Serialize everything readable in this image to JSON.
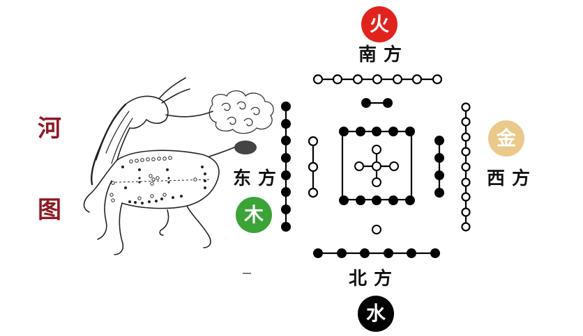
{
  "title": {
    "chars": [
      "河",
      "图"
    ],
    "color": "#8e1b24"
  },
  "directions": {
    "south": {
      "label": "南方",
      "element": "火",
      "color": "#e0241d",
      "text_color": "#ffffff"
    },
    "east": {
      "label": "东方",
      "element": "木",
      "color": "#3aa436",
      "text_color": "#ffffff"
    },
    "west": {
      "label": "西方",
      "element": "金",
      "color": "#ebc98a",
      "text_color": "#ffffff"
    },
    "north": {
      "label": "北方",
      "element": "水",
      "color": "#000000",
      "text_color": "#ffffff"
    }
  },
  "hetu": {
    "south_outer": {
      "count": 7,
      "type": "white"
    },
    "south_inner": {
      "count": 2,
      "type": "black"
    },
    "east_outer": {
      "count": 8,
      "type": "black"
    },
    "east_inner": {
      "count": 3,
      "type": "white"
    },
    "west_outer": {
      "count": 9,
      "type": "white"
    },
    "west_inner": {
      "count": 4,
      "type": "black"
    },
    "north_outer": {
      "count": 6,
      "type": "black"
    },
    "north_inner": {
      "count": 1,
      "type": "white"
    },
    "center_top": {
      "count": 5,
      "type": "black"
    },
    "center_bottom": {
      "count": 5,
      "type": "black"
    },
    "center_cross": {
      "count": 5,
      "type": "white"
    }
  },
  "illustration": {
    "name": "dragon-horse with cloud"
  }
}
